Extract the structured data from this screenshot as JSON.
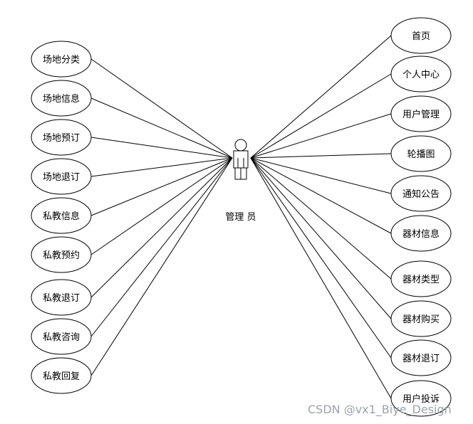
{
  "actor": {
    "label": "管理 员",
    "icon": "stick-figure-actor-icon"
  },
  "left_use_cases": [
    "场地分类",
    "场地信息",
    "场地预订",
    "场地退订",
    "私教信息",
    "私教预约",
    "私教退订",
    "私教咨询",
    "私教回复"
  ],
  "right_use_cases": [
    "首页",
    "个人中心",
    "用户管理",
    "轮播图",
    "通知公告",
    "器材信息",
    "器材类型",
    "器材购买",
    "器材退订",
    "用户投诉"
  ],
  "watermark": "CSDN @vx1_Biye_Design"
}
